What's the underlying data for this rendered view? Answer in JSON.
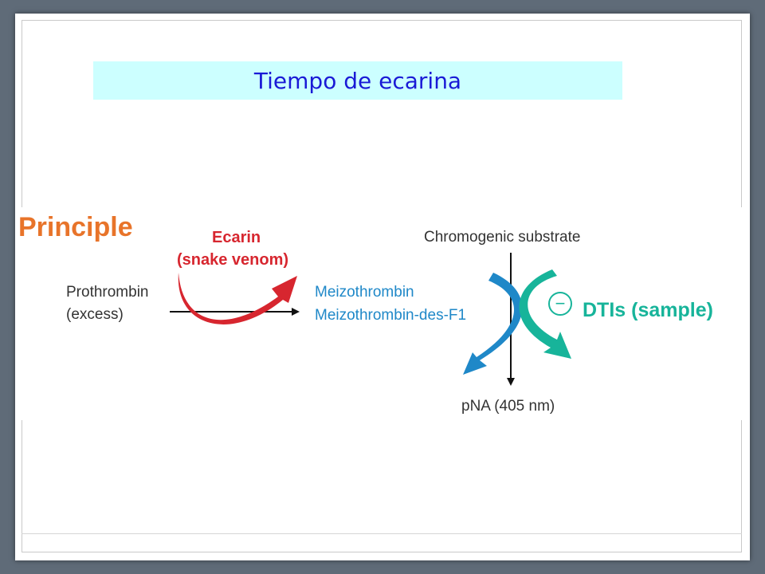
{
  "slide": {
    "title": "Tiempo de ecarina"
  },
  "diagram": {
    "heading": "Principle",
    "enzyme": {
      "line1": "Ecarin",
      "line2": "(snake venom)"
    },
    "substrate": {
      "line1": "Prothrombin",
      "line2": "(excess)"
    },
    "products": {
      "line1": "Meizothrombin",
      "line2": "Meizothrombin-des-F1"
    },
    "chromogenic": "Chromogenic substrate",
    "inhibitor": {
      "symbol": "−",
      "label": "DTIs (sample)"
    },
    "readout": "pNA (405 nm)",
    "colors": {
      "heading": "#e8742a",
      "enzyme": "#d7262f",
      "products": "#1f88c8",
      "inhibitor": "#17b49a",
      "text": "#333333"
    }
  }
}
